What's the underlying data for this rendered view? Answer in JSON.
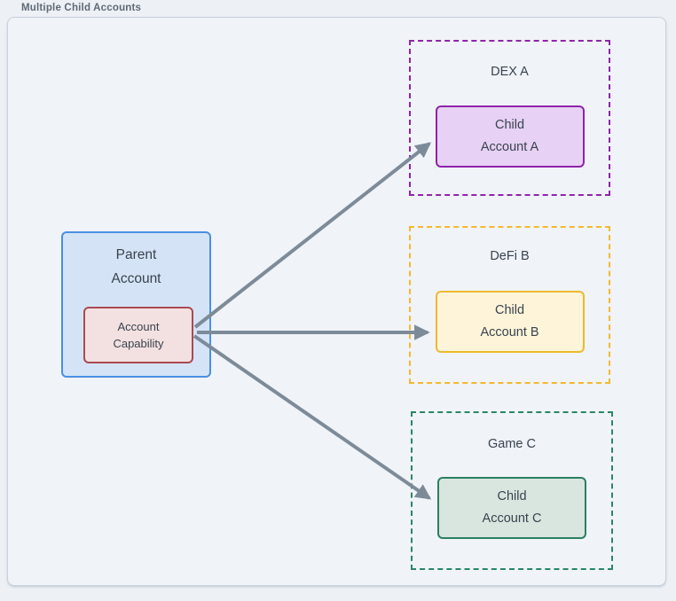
{
  "title": "Multiple Child Accounts",
  "diagram": {
    "parent": {
      "label_lines": [
        "Parent",
        "Account"
      ],
      "capability_lines": [
        "Account",
        "Capability"
      ]
    },
    "groups": [
      {
        "id": "dex-a",
        "label": "DEX A",
        "child_lines": [
          "Child",
          "Account A"
        ]
      },
      {
        "id": "defi-b",
        "label": "DeFi B",
        "child_lines": [
          "Child",
          "Account B"
        ]
      },
      {
        "id": "game-c",
        "label": "Game C",
        "child_lines": [
          "Child",
          "Account C"
        ]
      }
    ],
    "edges": [
      {
        "from": "account-capability",
        "to": "child-account-a"
      },
      {
        "from": "account-capability",
        "to": "child-account-b"
      },
      {
        "from": "account-capability",
        "to": "child-account-c"
      }
    ]
  },
  "colors": {
    "page_bg": "#edf0f4",
    "canvas_bg": "#f0f3f7",
    "canvas_border": "#c8d2de",
    "parent_fill": "#d4e4f6",
    "parent_border": "#4a90e2",
    "capability_fill": "#f3e1e1",
    "capability_border": "#aa4a50",
    "child_a_fill": "#e7d1f4",
    "child_a_border": "#8e24aa",
    "child_b_fill": "#fdf4d9",
    "child_b_border": "#eeb92f",
    "child_c_fill": "#d8e6df",
    "child_c_border": "#2a7f62",
    "arrow": "#7d8b99",
    "node_text": "#39434e",
    "title_text": "#5f6a78"
  }
}
